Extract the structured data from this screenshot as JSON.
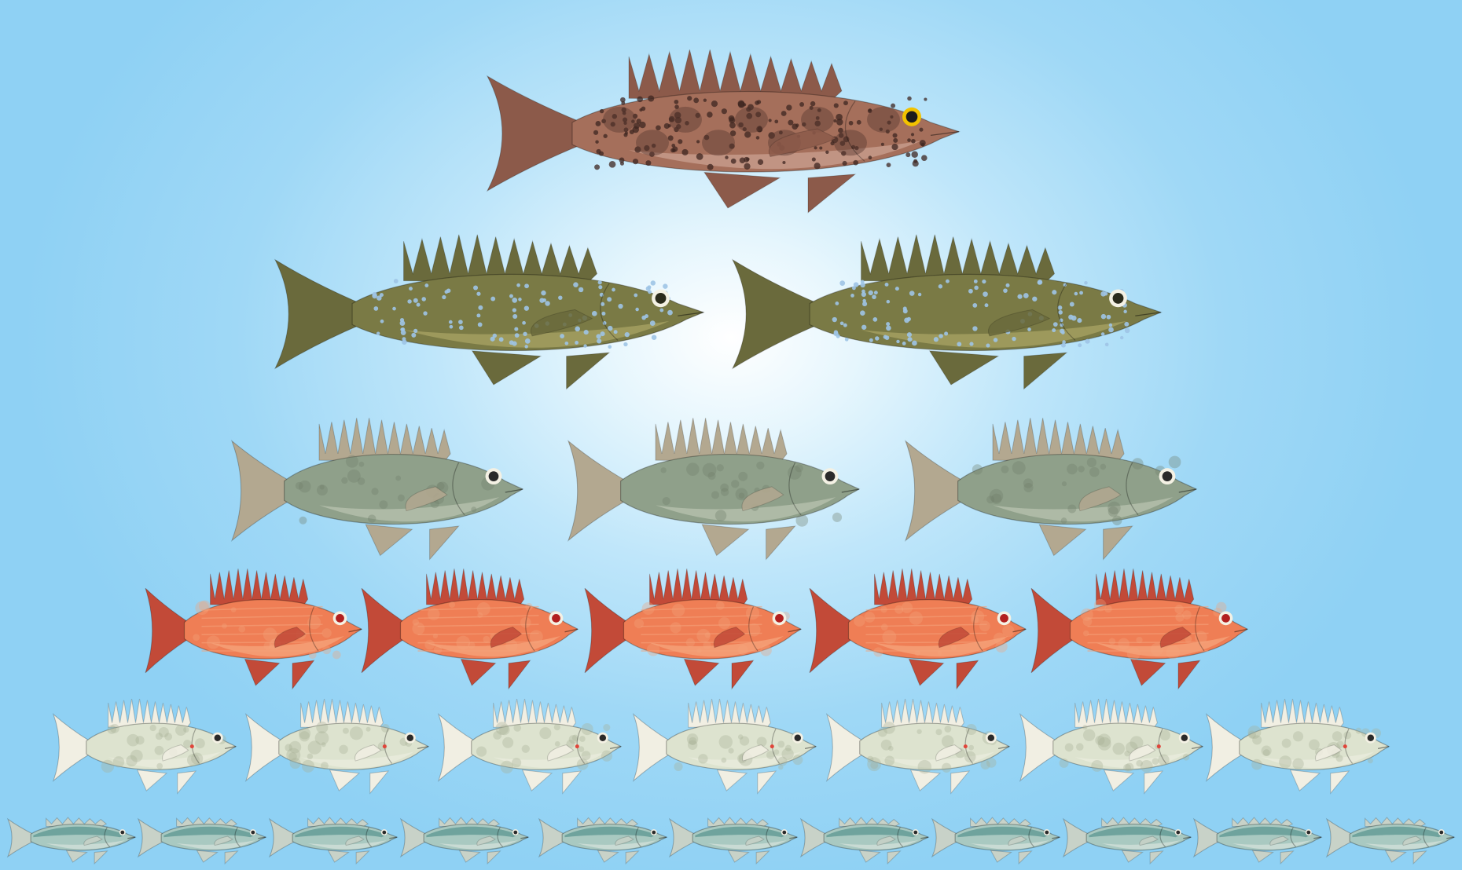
{
  "scene": {
    "background": {
      "center": "#ffffff",
      "edge": "#8fd1f4"
    },
    "rows": [
      {
        "kind": "grouper-brown",
        "count": 1,
        "colors": {
          "body": "#a56f5b",
          "fin": "#8c5a4a",
          "spot": "#3e2520",
          "blotch": "#5a3a30",
          "belly": "#d9b3a4",
          "eye": "#f2c200"
        }
      },
      {
        "kind": "grouper-olive",
        "count": 2,
        "colors": {
          "body": "#7a7a45",
          "fin": "#6a6a3c",
          "spot": "#9fc4e6",
          "belly": "#b9b36f",
          "eye": "#2b2b1c"
        }
      },
      {
        "kind": "snapper-grey",
        "count": 3,
        "colors": {
          "body": "#8fa08a",
          "fin": "#b3a890",
          "spot": "#6f7f69",
          "belly": "#c9d0bd",
          "eye": "#2a2a2a"
        }
      },
      {
        "kind": "snapper-red",
        "count": 5,
        "colors": {
          "body": "#ef7e55",
          "fin": "#c24a38",
          "spot": "#f4a27a",
          "belly": "#f7b38a",
          "eye": "#b21f1f"
        }
      },
      {
        "kind": "emperor-pale",
        "count": 7,
        "colors": {
          "body": "#dde3cf",
          "fin": "#f1efe3",
          "spot": "#a5b096",
          "belly": "#eef0e4",
          "eye": "#2a2a2a",
          "mark": "#e0453a"
        }
      },
      {
        "kind": "mackerel",
        "count": 11,
        "colors": {
          "body": "#a9c9c1",
          "fin": "#c8d2c8",
          "spot": "#4a8a86",
          "belly": "#e3e9e4",
          "eye": "#2a2a2a"
        }
      }
    ]
  }
}
